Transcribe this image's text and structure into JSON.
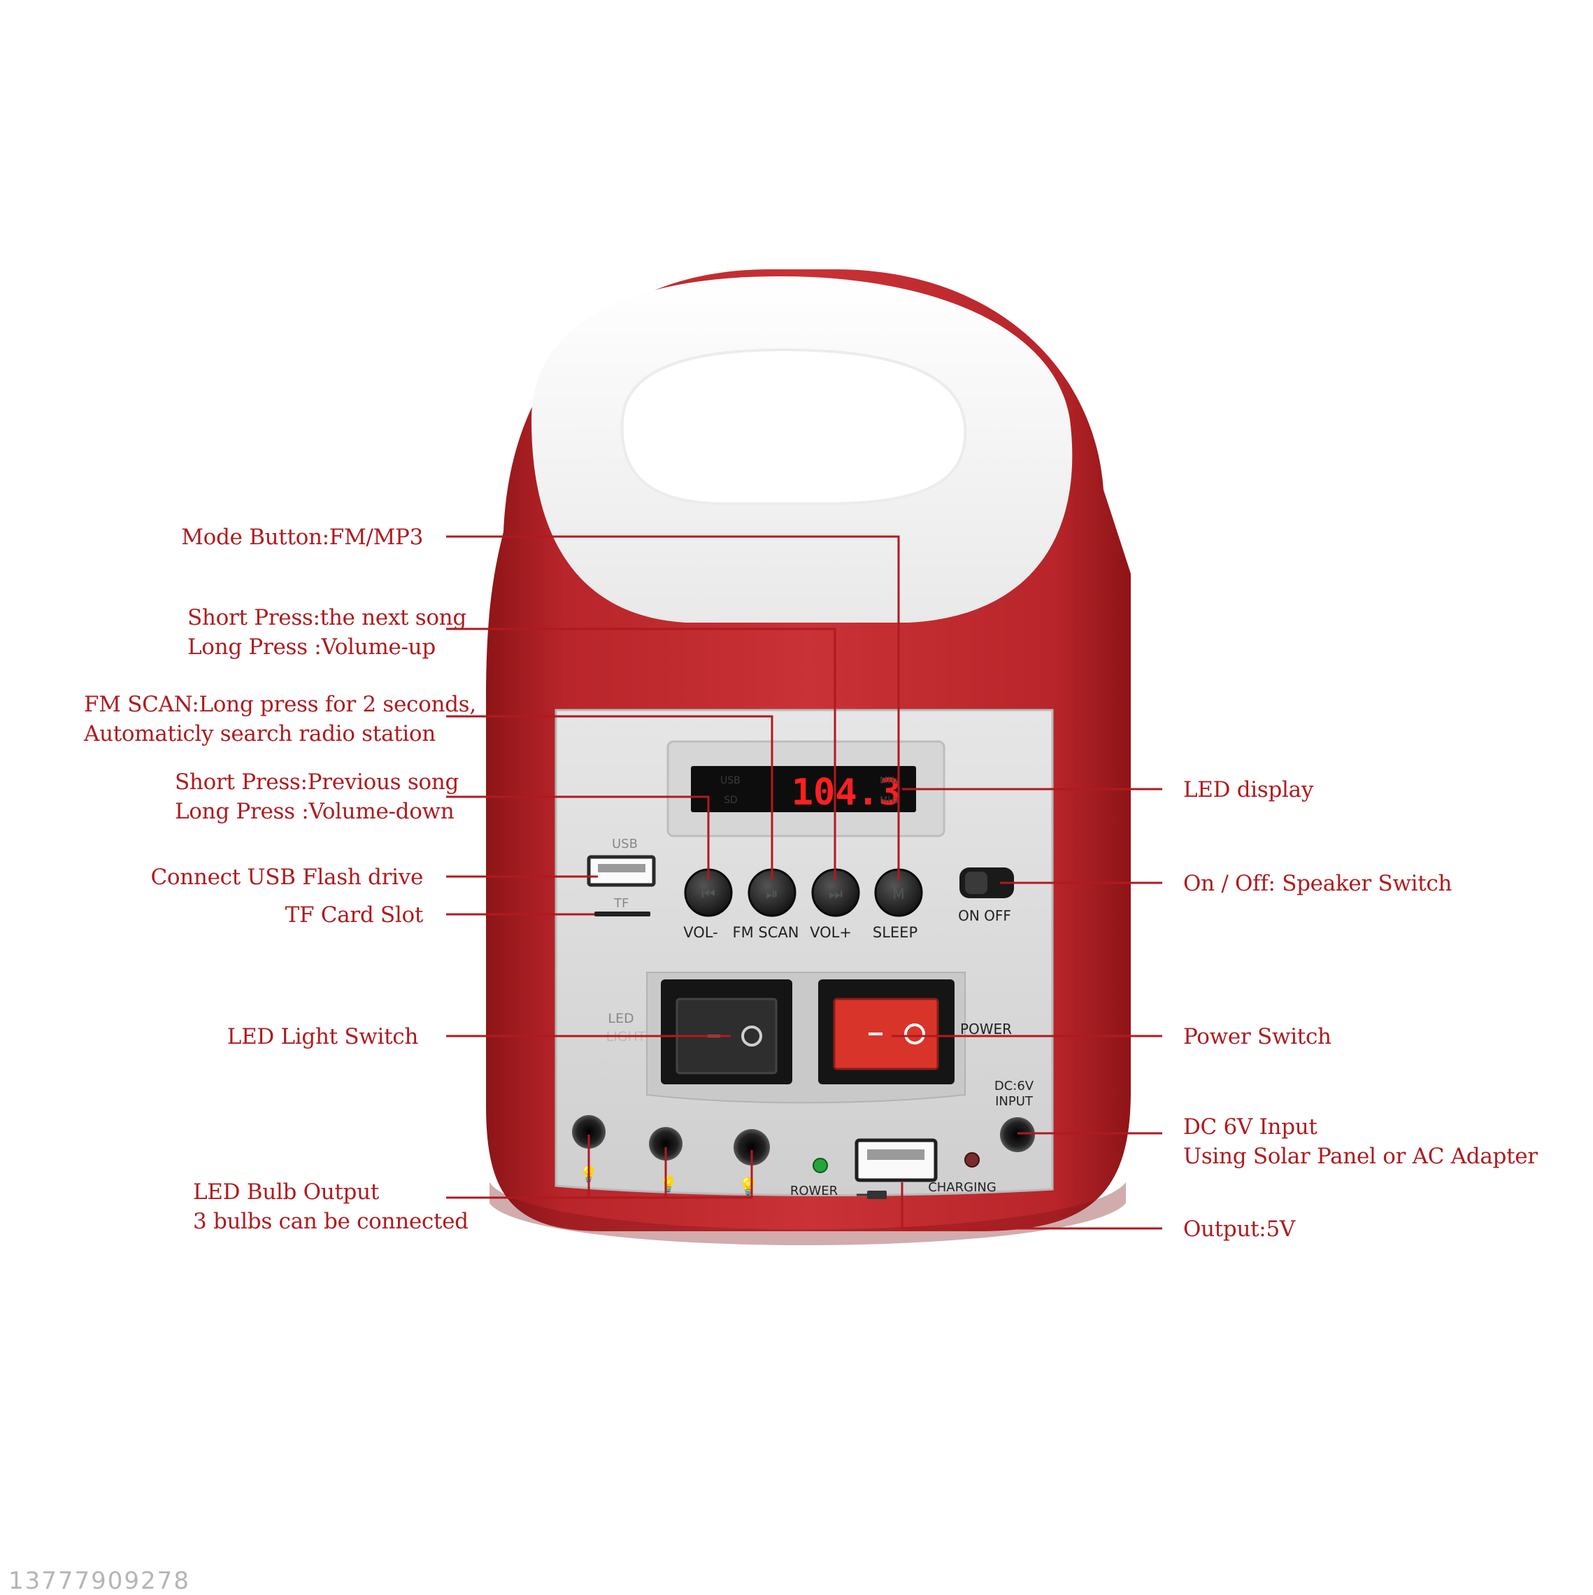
{
  "callouts": {
    "mode_button": "Mode Button:FM/MP3",
    "next_song": [
      "Short Press:the next song",
      "Long Press :Volume-up"
    ],
    "fm_scan": [
      "FM SCAN:Long press for 2 seconds,",
      "Automaticly search radio station"
    ],
    "prev_song": [
      "Short Press:Previous song",
      "Long Press :Volume-down"
    ],
    "usb_drive": "Connect USB Flash drive",
    "tf_slot": "TF Card Slot",
    "led_light_switch": "LED Light Switch",
    "led_bulb_output": [
      "LED Bulb Output",
      "3 bulbs can be connected"
    ],
    "led_display": "LED display",
    "speaker_switch": "On / Off: Speaker Switch",
    "power_switch": "Power Switch",
    "dc_input": [
      "DC 6V Input",
      "Using Solar Panel or AC Adapter"
    ],
    "output_5v": "Output:5V"
  },
  "panel": {
    "display_value": "104.3",
    "display_usb": "USB",
    "display_sd": "SD",
    "display_mhz_top": "MHz",
    "display_mhz_bottom": "MHz",
    "usb_label": "USB",
    "tf_label": "TF",
    "buttons": [
      "VOL-",
      "FM SCAN",
      "VOL+",
      "SLEEP"
    ],
    "speaker_switch": "ON OFF",
    "led_light_label": [
      "LED",
      "LIGHT"
    ],
    "power_label": "POWER",
    "dc_label": [
      "DC:6V",
      "INPUT"
    ],
    "power_led_label": "ROWER",
    "charging_label": "CHARGING"
  },
  "colors": {
    "body_red": "#c0282c",
    "callout_red": "#b01a1e",
    "rocker_red": "#d9342a",
    "panel_silver": "#d8d8d8"
  },
  "watermark": "13777909278"
}
